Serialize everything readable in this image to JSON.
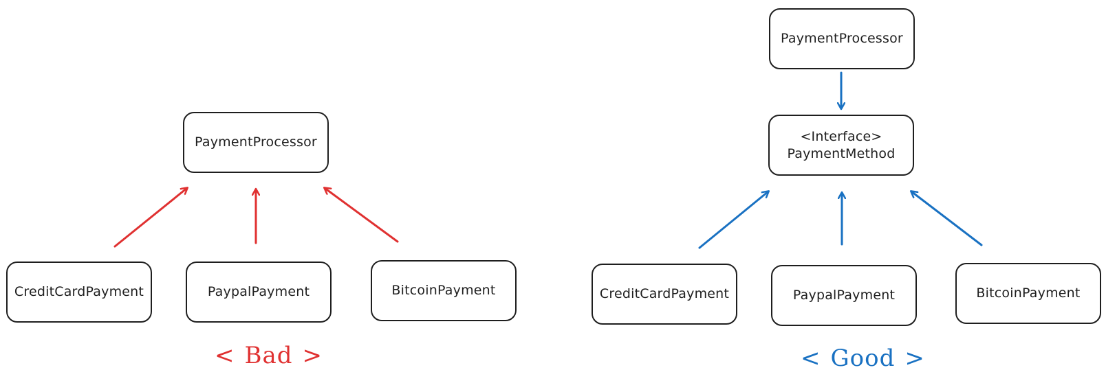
{
  "colors": {
    "bad": "#e03131",
    "good": "#1971c2",
    "box_border": "#1e1e1e"
  },
  "bad_diagram": {
    "processor": "PaymentProcessor",
    "methods": [
      "CreditCardPayment",
      "PaypalPayment",
      "BitcoinPayment"
    ],
    "caption": {
      "open": "<",
      "word": "Bad",
      "close": ">"
    }
  },
  "good_diagram": {
    "processor": "PaymentProcessor",
    "interface_stereotype": "<Interface>",
    "interface_name": "PaymentMethod",
    "methods": [
      "CreditCardPayment",
      "PaypalPayment",
      "BitcoinPayment"
    ],
    "caption": {
      "open": "<",
      "word": "Good",
      "close": ">"
    }
  }
}
